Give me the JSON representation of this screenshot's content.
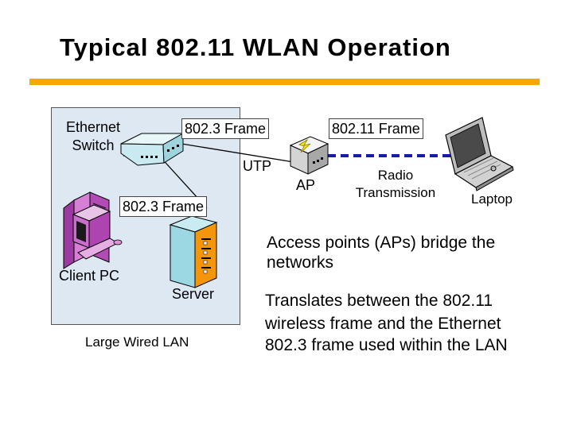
{
  "title": "Typical 802.11 WLAN Operation",
  "colors": {
    "accent_rule": "#f5a800",
    "lan_fill": "#dde8f3",
    "wireless_link": "#1a1aa8"
  },
  "diagram": {
    "lan_label": "Large Wired LAN",
    "switch_label_1": "Ethernet",
    "switch_label_2": "Switch",
    "frame_top": "802.3 Frame",
    "frame_left": "802.3 Frame",
    "frame_wireless": "802.11 Frame",
    "utp_label": "UTP",
    "ap_label": "AP",
    "radio_label_1": "Radio",
    "radio_label_2": "Transmission",
    "laptop_label": "Laptop",
    "client_label": "Client PC",
    "server_label": "Server"
  },
  "bullets": [
    {
      "line1": "Access points (APs) bridge the",
      "line2": "networks"
    },
    {
      "line1": "Translates between the 802.11",
      "line2": "wireless frame and the Ethernet",
      "line3": "802.3 frame used within the LAN"
    }
  ]
}
